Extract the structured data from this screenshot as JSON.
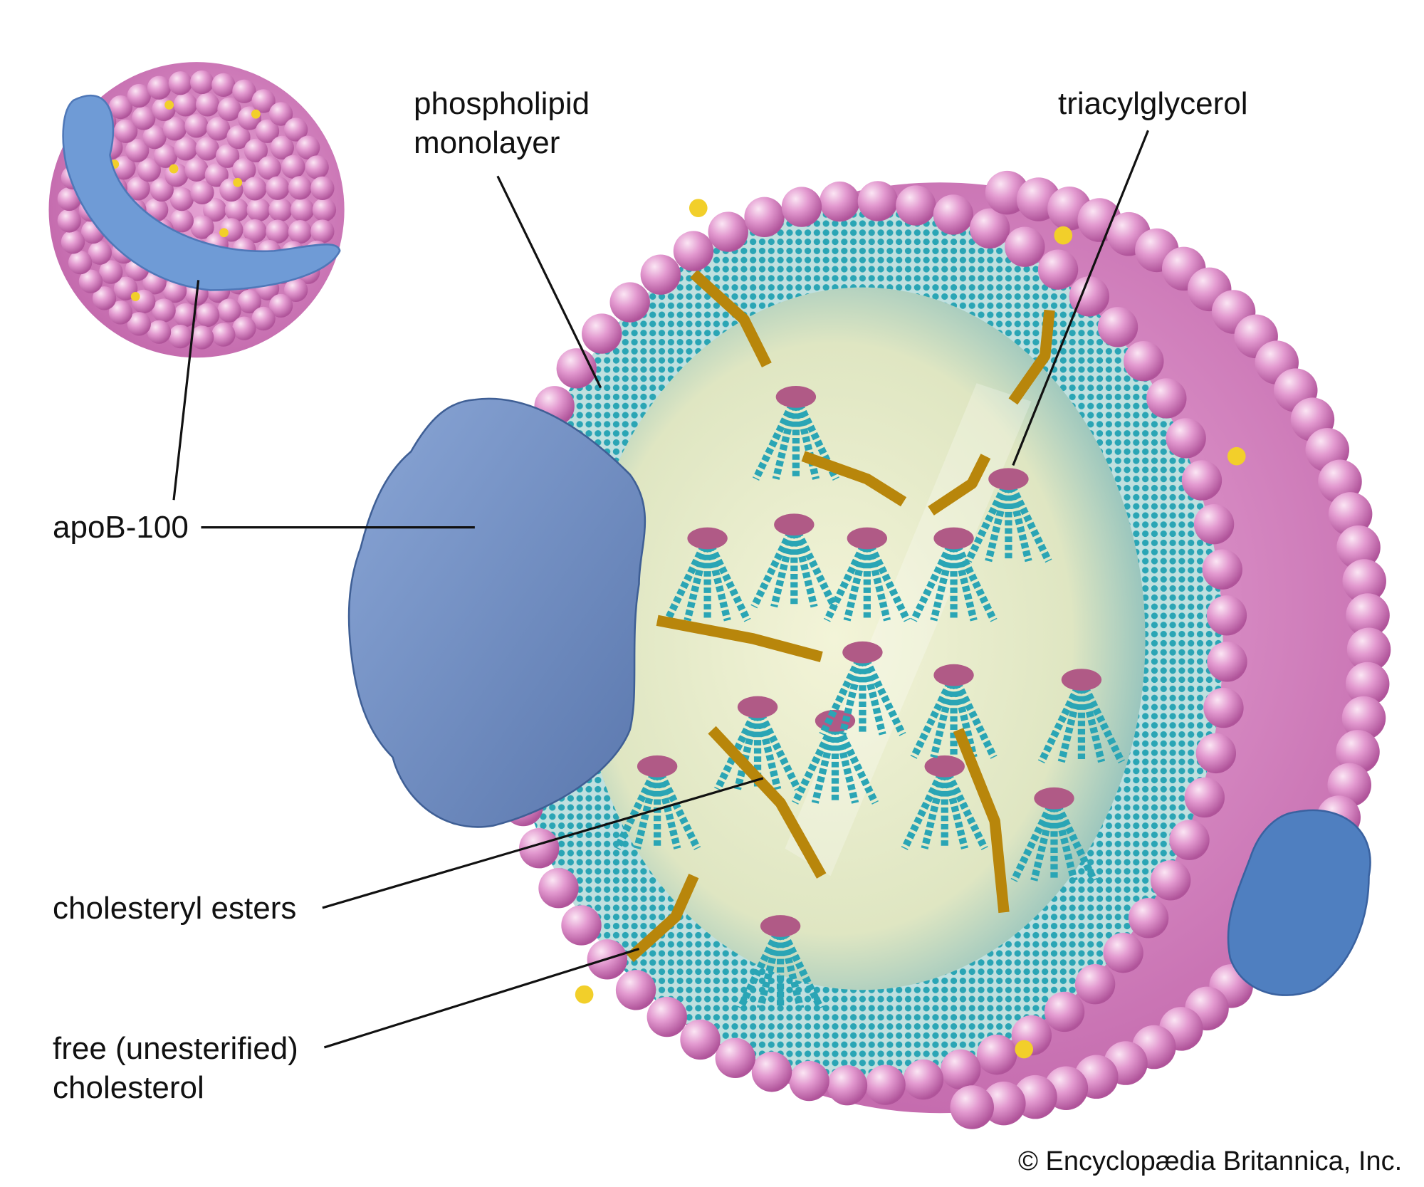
{
  "labels": {
    "phospholipid_1": "phospholipid",
    "phospholipid_2": "monolayer",
    "triacylglycerol": "triacylglycerol",
    "apob": "apoB-100",
    "cholesteryl_esters": "cholesteryl esters",
    "free_chol_1": "free (unesterified)",
    "free_chol_2": "cholesterol"
  },
  "copyright": "© Encyclopædia Britannica, Inc.",
  "colors": {
    "phospholipid_head": "#d98cc4",
    "apob": "#6f8fc6",
    "core": "#eef0cf",
    "tail": "#2aa5b5",
    "cholesterol": "#f2cf2a"
  }
}
